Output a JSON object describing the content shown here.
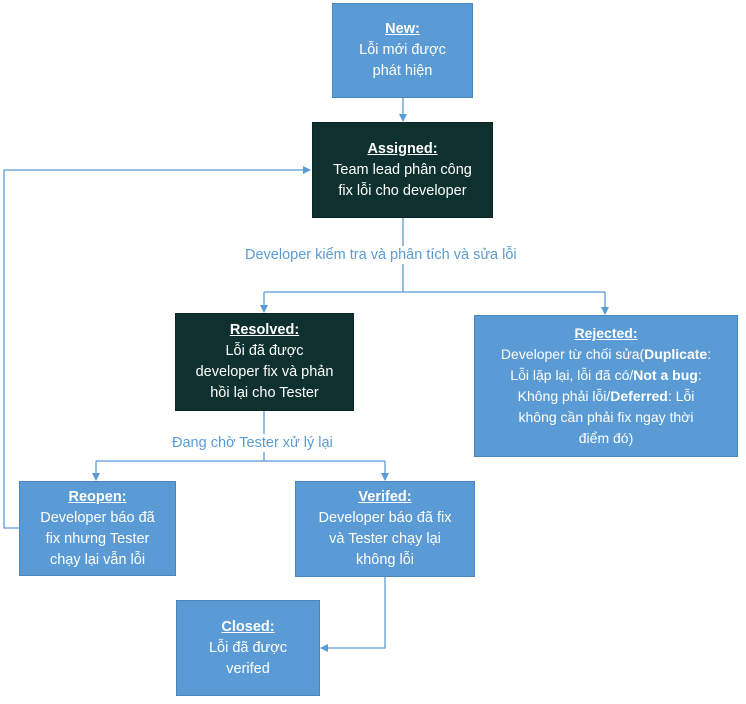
{
  "nodes": {
    "new": {
      "title": "New:",
      "lines": [
        "Lỗi mới được",
        "phát hiện"
      ]
    },
    "assigned": {
      "title": "Assigned:",
      "lines": [
        "Team lead phân công",
        "fix lỗi cho developer"
      ]
    },
    "resolved": {
      "title": "Resolved:",
      "lines": [
        "Lỗi đã được",
        "developer fix và phản",
        "hồi lại cho Tester"
      ]
    },
    "rejected": {
      "title": "Rejected:",
      "line1_pre": "Developer từ chối sửa(",
      "line1_bold": "Duplicate",
      "line1_post": ":",
      "line2_pre": "Lỗi lặp lại, lỗi đã có/",
      "line2_bold": "Not a bug",
      "line2_post": ":",
      "line3_pre": "Không phải lỗi/",
      "line3_bold": "Deferred",
      "line3_post": ": Lỗi",
      "line4": "không cần phải fix ngay thời",
      "line5": "điểm đó)"
    },
    "reopen": {
      "title": "Reopen:",
      "lines": [
        "Developer báo đã",
        "fix nhưng Tester",
        "chạy lại vẫn lỗi"
      ]
    },
    "verifed": {
      "title": "Verifed:",
      "lines": [
        "Developer báo đã fix",
        "và Tester chạy lại",
        "không lỗi"
      ]
    },
    "closed": {
      "title": "Closed:",
      "lines": [
        "Lỗi đã được",
        "verifed"
      ]
    }
  },
  "edges": {
    "assigned_split_label": "Developer kiểm tra và phân tích và sửa lỗi",
    "resolved_split_label": "Đang chờ Tester xử lý lại"
  },
  "colors": {
    "box_blue": "#5b9bd5",
    "box_dark": "#0e302e",
    "connector": "#5b9bd5",
    "text_on_box": "#ffffff"
  }
}
